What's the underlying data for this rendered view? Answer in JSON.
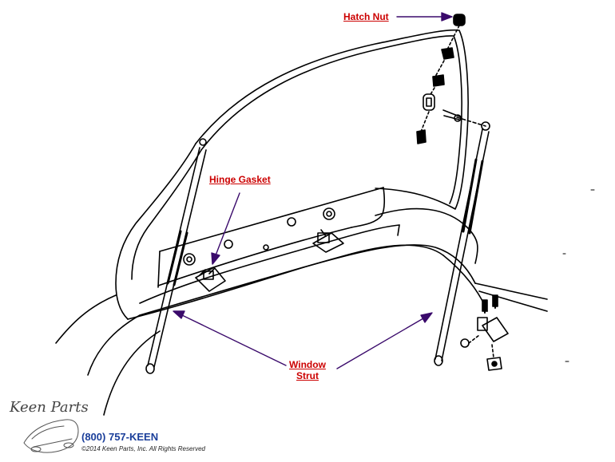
{
  "labels": {
    "hatch_nut": "Hatch Nut",
    "hinge_gasket": "Hinge Gasket",
    "window_strut_line1": "Window",
    "window_strut_line2": "Strut"
  },
  "footer": {
    "logo_text": "Keen Parts",
    "phone": "(800) 757-KEEN",
    "copyright": "©2014 Keen Parts, Inc. All Rights Reserved"
  },
  "colors": {
    "label_text": "#cc0000",
    "arrow": "#3a0a6b",
    "phone_text": "#1a3e9a",
    "line_art": "#000000"
  }
}
